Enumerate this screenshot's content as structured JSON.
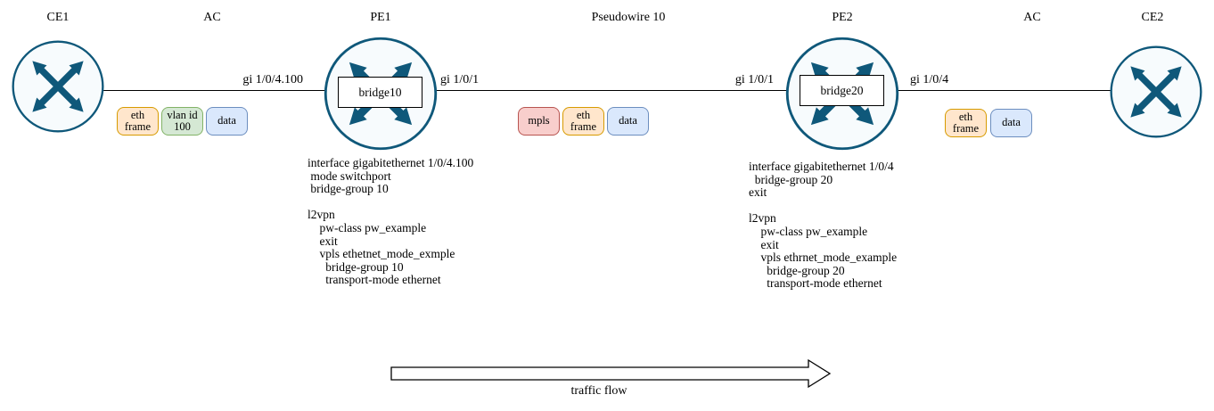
{
  "nodes": {
    "ce1": {
      "label": "CE1"
    },
    "pe1": {
      "label": "PE1",
      "bridge": "bridge10"
    },
    "pe2": {
      "label": "PE2",
      "bridge": "bridge20"
    },
    "ce2": {
      "label": "CE2"
    }
  },
  "links": {
    "ac_left": {
      "label": "AC"
    },
    "pseudowire": {
      "label": "Pseudowire 10"
    },
    "ac_right": {
      "label": "AC"
    }
  },
  "interfaces": {
    "pe1_left": "gi 1/0/4.100",
    "pe1_right": "gi 1/0/1",
    "pe2_left": "gi 1/0/1",
    "pe2_right": "gi 1/0/4"
  },
  "frames": {
    "ac_left": {
      "eth": "eth\nframe",
      "vlan": "vlan id\n100",
      "data": "data"
    },
    "pseudowire": {
      "mpls": "mpls",
      "eth": "eth\nframe",
      "data": "data"
    },
    "ac_right": {
      "eth": "eth\nframe",
      "data": "data"
    }
  },
  "configs": {
    "pe1": [
      "interface gigabitethernet 1/0/4.100",
      " mode switchport",
      " bridge-group 10",
      "",
      "l2vpn",
      "    pw-class pw_example",
      "    exit",
      "    vpls ethetnet_mode_exmple",
      "      bridge-group 10",
      "      transport-mode ethernet"
    ],
    "pe2": [
      "interface gigabitethernet 1/0/4",
      "  bridge-group 20",
      "exit",
      "",
      "l2vpn",
      "    pw-class pw_example",
      "    exit",
      "    vpls ethrnet_mode_example",
      "      bridge-group 20",
      "      transport-mode ethernet"
    ]
  },
  "traffic_flow": {
    "label": "traffic flow"
  },
  "colors": {
    "router_stroke": "#0f587a",
    "frame_eth_fill": "#ffe6cc",
    "frame_eth_border": "#d79b00",
    "frame_vlan_fill": "#d5e8d4",
    "frame_vlan_border": "#82b366",
    "frame_data_fill": "#dae8fc",
    "frame_data_border": "#6c8ebf",
    "frame_mpls_fill": "#f8cecc",
    "frame_mpls_border": "#b85450"
  }
}
